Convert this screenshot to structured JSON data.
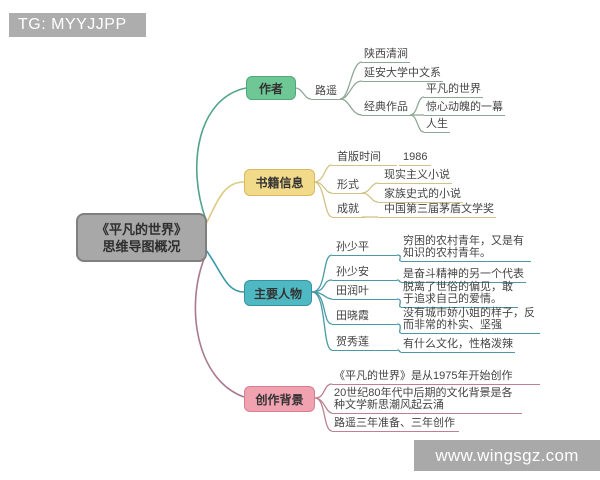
{
  "header": {
    "badge": "TG: MYYJJPP"
  },
  "watermark": "www.wingsgz.com",
  "root": {
    "title_line1": "《平凡的世界》",
    "title_line2": "思维导图概况"
  },
  "colors": {
    "root_fill": "#a8a8a8",
    "author_fill": "#6fc795",
    "book_fill": "#f1da8a",
    "characters_fill": "#4fb9c3",
    "background_fill": "#f0a2b0"
  },
  "branches": {
    "author": {
      "label": "作者",
      "author_name": "路遥",
      "birthplace": "陕西清涧",
      "education": "延安大学中文系",
      "works_label": "经典作品",
      "works": [
        "平凡的世界",
        "惊心动魄的一幕",
        "人生"
      ]
    },
    "book_info": {
      "label": "书籍信息",
      "first_published_label": "首版时间",
      "first_published_value": "1986",
      "form_label": "形式",
      "forms": [
        "现实主义小说",
        "家族史式的小说"
      ],
      "achievement_label": "成就",
      "achievement_value": "中国第三届茅盾文学奖"
    },
    "characters": {
      "label": "主要人物",
      "list": [
        {
          "name": "孙少平",
          "desc": "穷困的农村青年，又是有知识的农村青年。"
        },
        {
          "name": "孙少安",
          "desc": "是奋斗精神的另一个代表"
        },
        {
          "name": "田润叶",
          "desc": "脱离了世俗的偏见，敢于追求自己的爱情。"
        },
        {
          "name": "田晓霞",
          "desc": "没有城市娇小姐的样子，反而非常的朴实、坚强"
        },
        {
          "name": "贺秀莲",
          "desc": "有什么文化，性格泼辣"
        }
      ]
    },
    "background": {
      "label": "创作背景",
      "items": [
        "《平凡的世界》是从1975年开始创作",
        "20世纪80年代中后期的文化背景是各种文学新思潮风起云涌",
        "路遥三年准备、三年创作"
      ]
    }
  }
}
